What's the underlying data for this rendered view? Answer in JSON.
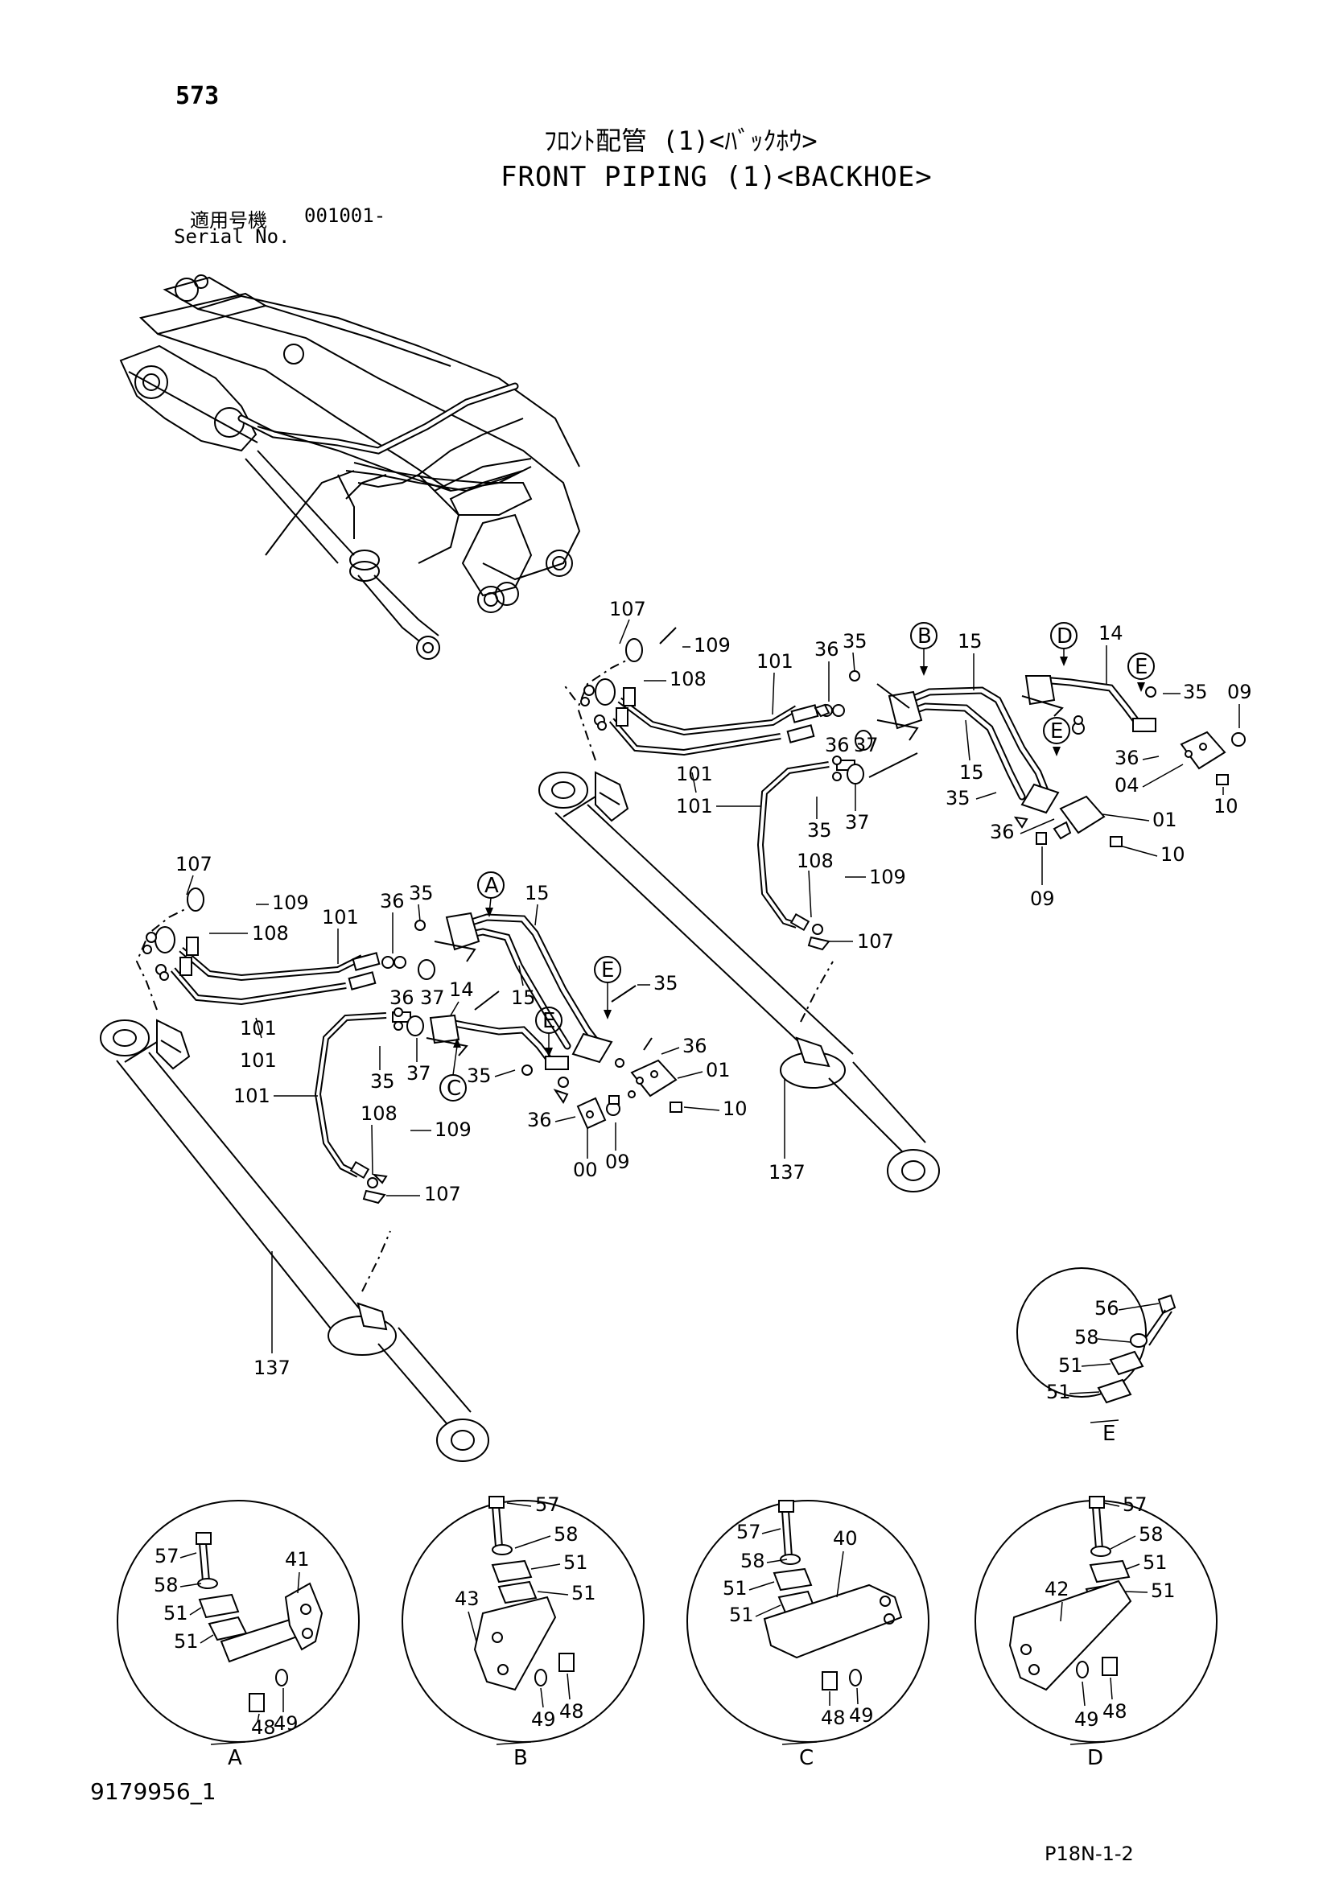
{
  "header": {
    "page_number": "573",
    "title_jp": "ﾌﾛﾝﾄ配管 (1)<ﾊﾞｯｸﾎｳ>",
    "title_en": "FRONT PIPING (1)<BACKHOE>",
    "serial_label_jp": "適用号機",
    "serial_value": "001001-",
    "serial_label_en": "Serial No."
  },
  "callouts": {
    "c107": "107",
    "c109": "109",
    "c108": "108",
    "c101": "101",
    "c36": "36",
    "c35": "35",
    "c37": "37",
    "c15": "15",
    "c14": "14",
    "c09": "09",
    "c04": "04",
    "c10": "10",
    "c01": "01",
    "c00": "00",
    "c137": "137",
    "c56": "56",
    "c58": "58",
    "c51": "51",
    "c57": "57",
    "c41": "41",
    "c48": "48",
    "c49": "49",
    "c43": "43",
    "c40": "40",
    "c42": "42"
  },
  "detail_markers": [
    "A",
    "B",
    "C",
    "D",
    "E"
  ],
  "footer": {
    "drawing_number": "9179956_1",
    "page_code": "P18N-1-2"
  }
}
